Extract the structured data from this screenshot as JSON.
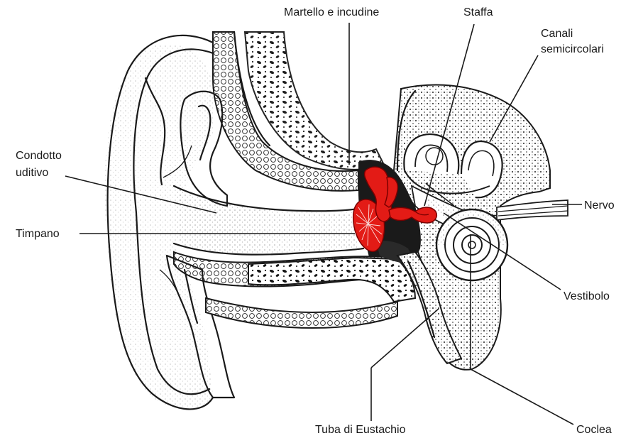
{
  "labels": {
    "martello_incudine": "Martello e incudine",
    "staffa": "Staffa",
    "canali_line1": "Canali",
    "canali_line2": "semicircolari",
    "condotto_line1": "Condotto",
    "condotto_line2": "uditivo",
    "timpano": "Timpano",
    "nervo": "Nervo",
    "vestibolo": "Vestibolo",
    "tuba": "Tuba di Eustachio",
    "coclea": "Coclea"
  },
  "colors": {
    "highlight": "#e31b16",
    "ink": "#1a1a1a",
    "background": "#ffffff"
  }
}
